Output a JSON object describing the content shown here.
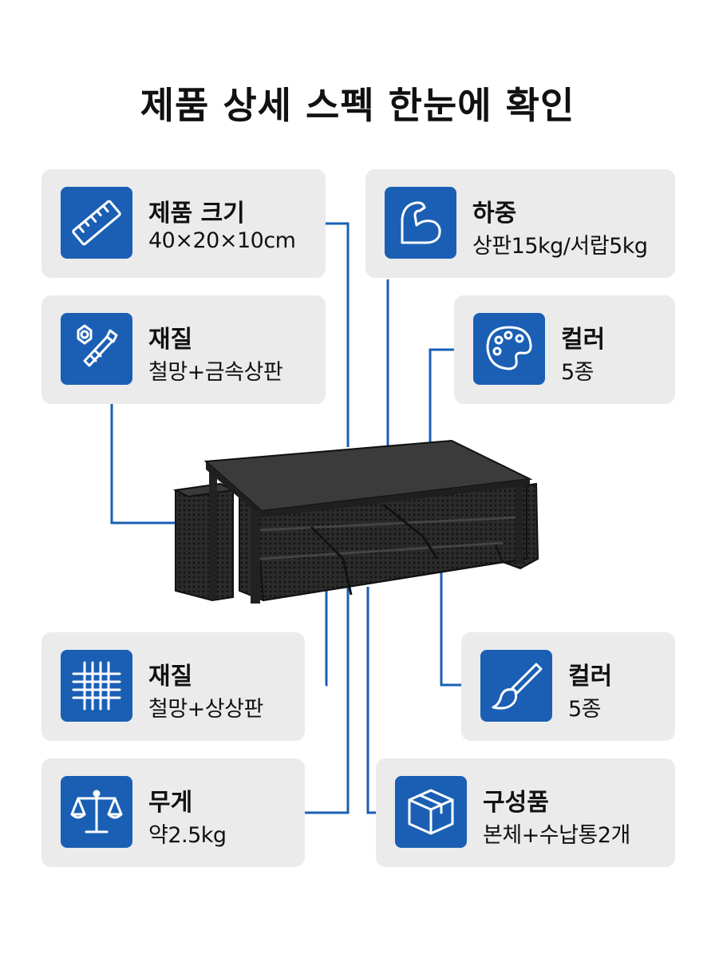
{
  "title": "제품 상세 스펙 한눈에 확인",
  "colors": {
    "accent": "#1a5fb4",
    "card": "#ebebeb"
  },
  "specs": [
    {
      "icon": "ruler-icon",
      "label": "제품 크기",
      "value": "40×20×10cm"
    },
    {
      "icon": "muscle-arm-icon",
      "label": "하중",
      "value": "상판15kg/서랍5kg"
    },
    {
      "icon": "bolt-nut-icon",
      "label": "재질",
      "value": "철망+금속상판"
    },
    {
      "icon": "palette-icon",
      "label": "컬러",
      "value": "5종"
    },
    {
      "icon": "mesh-grid-icon",
      "label": "재질",
      "value": "철망+상상판"
    },
    {
      "icon": "paintbrush-icon",
      "label": "컬러",
      "value": "5종"
    },
    {
      "icon": "scale-icon",
      "label": "무게",
      "value": "약2.5kg"
    },
    {
      "icon": "box-icon",
      "label": "구성품",
      "value": "본체+수납통2개"
    }
  ]
}
